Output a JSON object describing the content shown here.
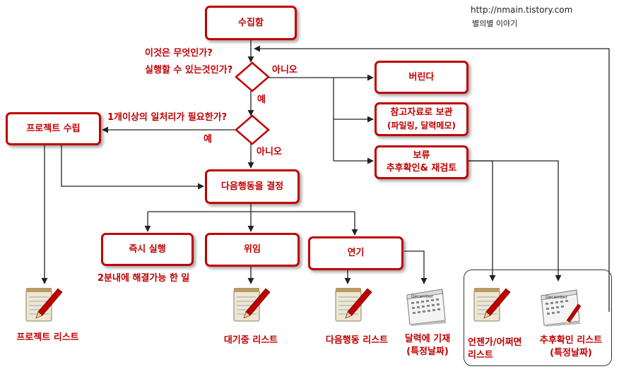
{
  "site": {
    "url": "http://nmain.tistory.com",
    "subtitle": "별의별 이야기"
  },
  "colors": {
    "accent": "#c00000",
    "line": "#222222"
  },
  "boxes": {
    "collect": "수집함",
    "trash": "버린다",
    "reference_line1": "참고자료로 보관",
    "reference_line2": "(파일링, 달력메모)",
    "hold_line1": "보류",
    "hold_line2": "추후확인& 재검토",
    "project": "프로젝트 수립",
    "next_action": "다음행동을 결정",
    "do_now": "즉시 실행",
    "delegate": "위임",
    "defer": "연기"
  },
  "questions": {
    "q1_line1": "이것은 무엇인가?",
    "q1_line2": "실행할 수 있는것인가?",
    "q2": "1개이상의 일처리가 필요한가?"
  },
  "answers": {
    "no1": "아니오",
    "yes1": "예",
    "yes2": "예",
    "no2": "아니오"
  },
  "captions": {
    "two_minutes": "2분내에 해결가능 한 일",
    "project_list": "프로젝트 리스트",
    "waiting_list": "대기중 리스트",
    "next_list": "다음행동 리스트",
    "calendar_line1": "달력에 기재",
    "calendar_line2": "(특정날짜)",
    "someday_line1": "언젠가/어쩌면",
    "someday_line2": "리스트",
    "tickler_line1": "추후확인 리스트",
    "tickler_line2": "(특정날짜)"
  },
  "icons": {
    "notepad": "notepad-pencil-icon",
    "calendar": "desk-calendar-icon",
    "calendar_month": "December"
  }
}
